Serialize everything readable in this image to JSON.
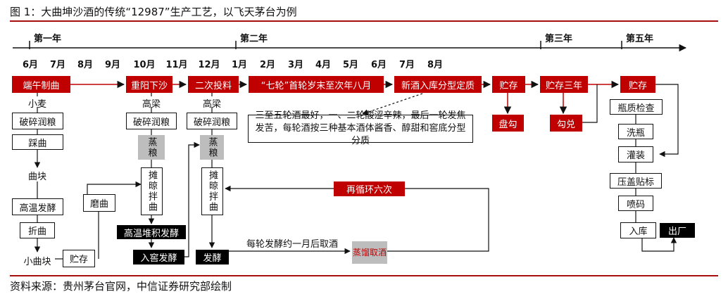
{
  "title": "图 1：大曲坤沙酒的传统“12987”生产工艺，以飞天茅台为例",
  "source": "资料来源：贵州茅台官网，中信证券研究部绘制",
  "timeline": {
    "years": [
      "第一年",
      "第二年",
      "第三年",
      "第五年"
    ],
    "months": [
      "6月",
      "7月",
      "8月",
      "9月",
      "10月",
      "11月",
      "12月",
      "1月",
      "2月",
      "3月",
      "4月",
      "5月",
      "6月",
      "7月",
      "8月"
    ]
  },
  "stages": {
    "duanwu": "端午制曲",
    "chongyang": "重阳下沙",
    "erci": "二次投料",
    "qilun": "“七轮”首轮岁末至次年八月",
    "xinjiu": "新酒入库分型定质",
    "zhucun1": "贮存",
    "zhucun3": "贮存三年",
    "zhucun5": "贮存"
  },
  "col1": {
    "xiaomai": "小麦",
    "posui": "破碎润粮",
    "caiqu": "踩曲",
    "qukuai": "曲块",
    "gaowen": "高温发酵",
    "zhequ": "折曲",
    "xiaoqukuai": "小曲块",
    "zhucun": "贮存",
    "moqu": "磨曲"
  },
  "col2": {
    "gaoliang": "高梁",
    "posui": "破碎润粮",
    "zhengliang": "蒸粮",
    "tanliang": "摊晾拌曲",
    "duiji": "高温堆积发酵",
    "rujiao": "入窖发酵"
  },
  "col3": {
    "gaoliang": "高梁",
    "posui": "破碎润粮",
    "zhengliang": "蒸粮",
    "tanliang": "摊晾拌曲",
    "fajiao": "发酵"
  },
  "cycle": {
    "repeat": "再循环六次",
    "monthly": "每轮发酵约一月后取酒",
    "distill": "蒸馏取酒"
  },
  "note": "三至五轮酒最好，一、二轮酸涩辛辣，最后一轮发焦发苦，每轮酒按三种基本酒体酱香、醇甜和窖底分型分质",
  "blend": {
    "pangou1": "盘勾",
    "gouwei": "勾兑"
  },
  "packaging": [
    "瓶质检查",
    "洗瓶",
    "灌装",
    "压盖贴标",
    "喷码",
    "入库",
    "出厂"
  ],
  "colors": {
    "red": "#c00000",
    "rule": "#a60d0d",
    "gray": "#bdbdbd",
    "black": "#000000"
  }
}
